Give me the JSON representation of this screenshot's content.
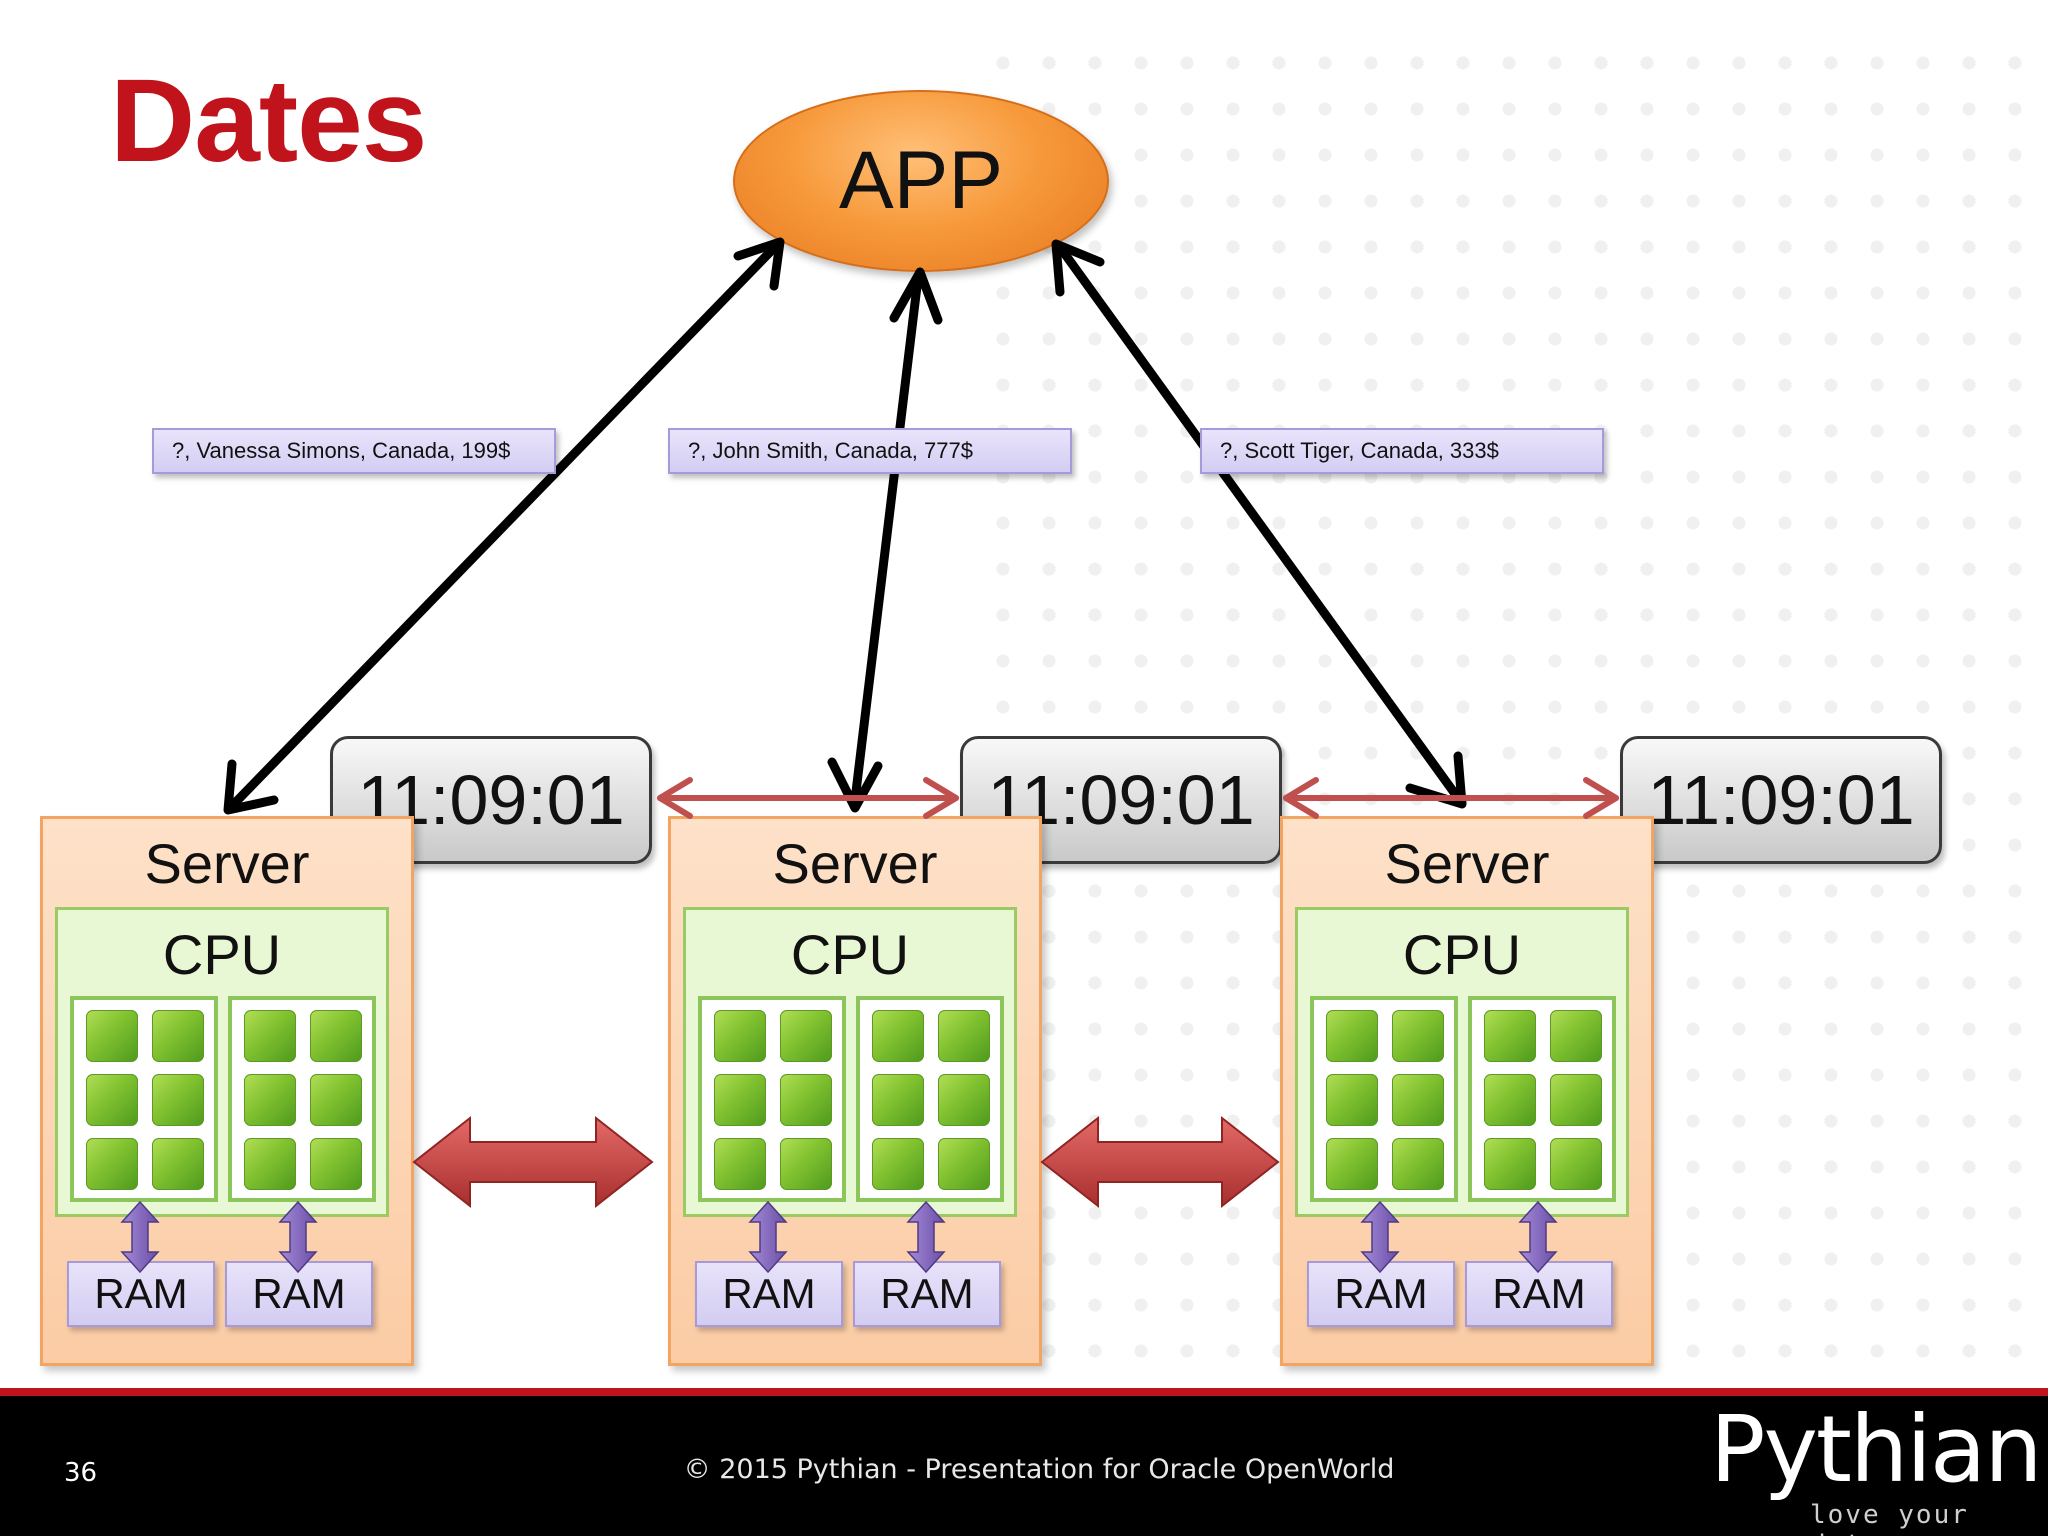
{
  "slide": {
    "title": "Dates",
    "app_label": "APP",
    "labels": [
      "?, Vanessa Simons, Canada, 199$",
      "?, John Smith, Canada, 777$",
      "?, Scott Tiger, Canada, 333$"
    ],
    "clocks": [
      "11:09:01",
      "11:09:01",
      "11:09:01"
    ],
    "servers": [
      {
        "label": "Server",
        "cpu": "CPU",
        "ram": [
          "RAM",
          "RAM"
        ]
      },
      {
        "label": "Server",
        "cpu": "CPU",
        "ram": [
          "RAM",
          "RAM"
        ]
      },
      {
        "label": "Server",
        "cpu": "CPU",
        "ram": [
          "RAM",
          "RAM"
        ]
      }
    ]
  },
  "footer": {
    "page_number": "36",
    "copyright": "© 2015 Pythian - Presentation for Oracle OpenWorld",
    "logo_word": "Pythian",
    "logo_tagline": "love your data"
  },
  "colors": {
    "title": "#c0131c",
    "app_fill": "#f79a3c",
    "server_fill": "#fbd2b0",
    "cpu_fill": "#e9f8d4",
    "core": "#80c12f",
    "ram_fill": "#dcd6f6",
    "connector_red": "#c0504d",
    "footer_bg": "#000000",
    "footer_rule": "#c0131c"
  }
}
